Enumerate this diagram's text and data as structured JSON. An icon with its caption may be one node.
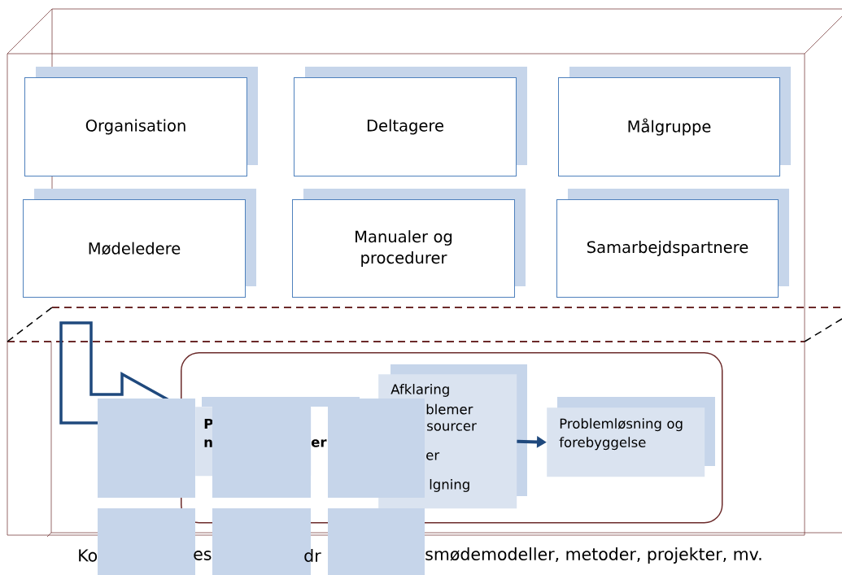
{
  "diagram": {
    "nodes": [
      {
        "text": [
          "Organisation"
        ]
      },
      {
        "text": [
          "Deltagere"
        ]
      },
      {
        "text": [
          "Målgruppe"
        ]
      },
      {
        "text": [
          "Mødeledere"
        ]
      },
      {
        "text": [
          "Manualer og procedurer"
        ]
      },
      {
        "text": [
          "Samarbejdspartnere"
        ]
      },
      {
        "text": [],
        "shape": "box"
      },
      {
        "text": [
          "P",
          "n",
          "er"
        ],
        "in": 6
      },
      {
        "text": [
          "Afklaring",
          "blemer",
          "sourcer",
          "er",
          "lgning"
        ],
        "in": 6
      },
      {
        "text": [
          "Problemløsning og forebyggelse"
        ],
        "in": 6
      }
    ],
    "edges": [
      {
        "from": null,
        "to": 6,
        "arrow": "to",
        "style": "thick"
      },
      {
        "from": 8,
        "to": 9,
        "arrow": "to"
      }
    ],
    "labels": [
      "Ko",
      "es",
      "dr",
      "smødemodeller, metoder, projekter, mv."
    ]
  }
}
